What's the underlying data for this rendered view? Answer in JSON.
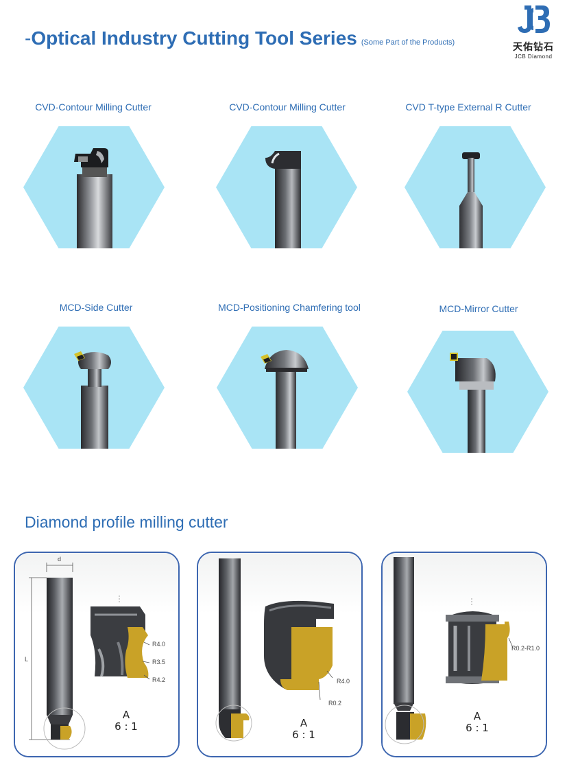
{
  "header": {
    "dash": "-",
    "title": "Optical Industry Cutting Tool Series",
    "note": "(Some Part of the Products)"
  },
  "logo": {
    "mark": "JCB-monogram-icon",
    "cn_name": "天佑钻石",
    "en_name": "JCB Diamond",
    "color": "#2e6db4"
  },
  "products": [
    {
      "caption": "CVD-Contour Milling Cutter"
    },
    {
      "caption": "CVD-Contour Milling Cutter"
    },
    {
      "caption": "CVD T-type External R Cutter"
    },
    {
      "caption": "MCD-Side Cutter"
    },
    {
      "caption": "MCD-Positioning Chamfering tool"
    },
    {
      "caption": "MCD-Mirror Cutter"
    }
  ],
  "section": {
    "heading": "Diamond profile milling cutter"
  },
  "profiles": [
    {
      "dim_d": "d",
      "dim_l": "L",
      "radii": [
        "R4.0",
        "R3.5",
        "R4.2"
      ],
      "view_label": "A",
      "scale": "6 : 1"
    },
    {
      "radii": [
        "R4.0",
        "R0.2"
      ],
      "view_label": "A",
      "scale": "6 : 1"
    },
    {
      "radii": [
        "R0.2-R1.0"
      ],
      "view_label": "A",
      "scale": "6 : 1"
    }
  ],
  "colors": {
    "accent": "#2e6db4",
    "hex_bg": "#a9e4f5",
    "card_border": "#3d66b0",
    "diamond_gold": "#c9a227"
  }
}
